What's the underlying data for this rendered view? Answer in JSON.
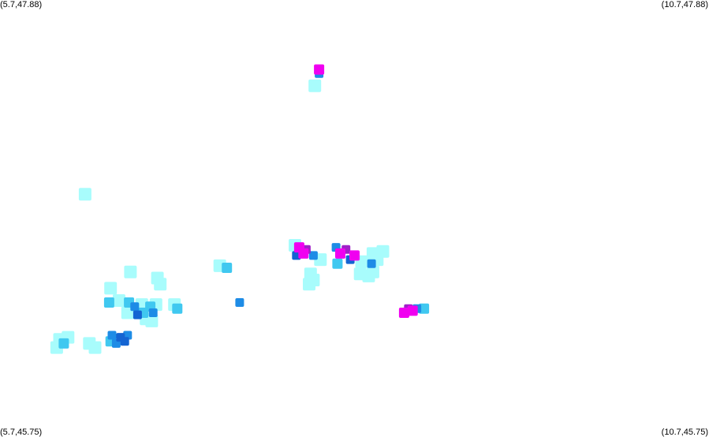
{
  "corners": {
    "top_left": "(5.7,47.88)",
    "top_right": "(10.7,47.88)",
    "bottom_left": "(5.7,45.75)",
    "bottom_right": "(10.7,45.75)"
  },
  "bounds": {
    "lon_min": 5.7,
    "lon_max": 10.7,
    "lat_min": 45.75,
    "lat_max": 47.88
  },
  "colors": {
    "background": "#ffffff",
    "level_light": "#a8fcfc",
    "level_cyan": "#40c8f0",
    "level_blue": "#1e8ce6",
    "level_dark_blue": "#1464d2",
    "level_purple": "#a020c8",
    "level_magenta": "#f000f0"
  },
  "cells": [
    {
      "lon": 7.95,
      "lat": 47.54,
      "level": "magenta"
    },
    {
      "lon": 7.95,
      "lat": 47.52,
      "level": "blue"
    },
    {
      "lon": 7.92,
      "lat": 47.46,
      "level": "light"
    },
    {
      "lon": 6.3,
      "lat": 46.93,
      "level": "light"
    },
    {
      "lon": 7.78,
      "lat": 46.68,
      "level": "light"
    },
    {
      "lon": 7.81,
      "lat": 46.67,
      "level": "magenta"
    },
    {
      "lon": 7.86,
      "lat": 46.66,
      "level": "purple"
    },
    {
      "lon": 7.84,
      "lat": 46.64,
      "level": "magenta"
    },
    {
      "lon": 7.79,
      "lat": 46.63,
      "level": "dark_blue"
    },
    {
      "lon": 7.91,
      "lat": 46.63,
      "level": "blue"
    },
    {
      "lon": 7.96,
      "lat": 46.61,
      "level": "light"
    },
    {
      "lon": 8.07,
      "lat": 46.67,
      "level": "blue"
    },
    {
      "lon": 8.14,
      "lat": 46.66,
      "level": "purple"
    },
    {
      "lon": 8.1,
      "lat": 46.64,
      "level": "magenta"
    },
    {
      "lon": 8.2,
      "lat": 46.63,
      "level": "magenta"
    },
    {
      "lon": 8.17,
      "lat": 46.61,
      "level": "dark_blue"
    },
    {
      "lon": 8.08,
      "lat": 46.59,
      "level": "cyan"
    },
    {
      "lon": 8.25,
      "lat": 46.6,
      "level": "light"
    },
    {
      "lon": 8.33,
      "lat": 46.64,
      "level": "light"
    },
    {
      "lon": 8.36,
      "lat": 46.61,
      "level": "light"
    },
    {
      "lon": 8.32,
      "lat": 46.59,
      "level": "blue"
    },
    {
      "lon": 8.4,
      "lat": 46.65,
      "level": "light"
    },
    {
      "lon": 8.33,
      "lat": 46.55,
      "level": "light"
    },
    {
      "lon": 8.24,
      "lat": 46.54,
      "level": "light"
    },
    {
      "lon": 8.3,
      "lat": 46.53,
      "level": "light"
    },
    {
      "lon": 7.89,
      "lat": 46.54,
      "level": "light"
    },
    {
      "lon": 7.91,
      "lat": 46.51,
      "level": "light"
    },
    {
      "lon": 7.88,
      "lat": 46.49,
      "level": "light"
    },
    {
      "lon": 7.3,
      "lat": 46.57,
      "level": "cyan"
    },
    {
      "lon": 7.25,
      "lat": 46.58,
      "level": "light"
    },
    {
      "lon": 6.62,
      "lat": 46.55,
      "level": "light"
    },
    {
      "lon": 6.81,
      "lat": 46.52,
      "level": "light"
    },
    {
      "lon": 6.83,
      "lat": 46.49,
      "level": "light"
    },
    {
      "lon": 6.48,
      "lat": 46.47,
      "level": "light"
    },
    {
      "lon": 7.39,
      "lat": 46.4,
      "level": "blue"
    },
    {
      "lon": 6.47,
      "lat": 46.4,
      "level": "cyan"
    },
    {
      "lon": 6.54,
      "lat": 46.41,
      "level": "light"
    },
    {
      "lon": 6.61,
      "lat": 46.4,
      "level": "cyan"
    },
    {
      "lon": 6.65,
      "lat": 46.38,
      "level": "blue"
    },
    {
      "lon": 6.7,
      "lat": 46.39,
      "level": "light"
    },
    {
      "lon": 6.76,
      "lat": 46.38,
      "level": "cyan"
    },
    {
      "lon": 6.8,
      "lat": 46.39,
      "level": "light"
    },
    {
      "lon": 6.6,
      "lat": 46.35,
      "level": "light"
    },
    {
      "lon": 6.67,
      "lat": 46.34,
      "level": "dark_blue"
    },
    {
      "lon": 6.71,
      "lat": 46.35,
      "level": "cyan"
    },
    {
      "lon": 6.78,
      "lat": 46.35,
      "level": "blue"
    },
    {
      "lon": 6.73,
      "lat": 46.32,
      "level": "light"
    },
    {
      "lon": 6.93,
      "lat": 46.39,
      "level": "light"
    },
    {
      "lon": 6.95,
      "lat": 46.37,
      "level": "cyan"
    },
    {
      "lon": 6.77,
      "lat": 46.31,
      "level": "light"
    },
    {
      "lon": 8.58,
      "lat": 46.37,
      "level": "purple"
    },
    {
      "lon": 8.61,
      "lat": 46.36,
      "level": "magenta"
    },
    {
      "lon": 8.55,
      "lat": 46.35,
      "level": "magenta"
    },
    {
      "lon": 8.64,
      "lat": 46.37,
      "level": "blue"
    },
    {
      "lon": 8.69,
      "lat": 46.37,
      "level": "cyan"
    },
    {
      "lon": 6.12,
      "lat": 46.22,
      "level": "light"
    },
    {
      "lon": 6.18,
      "lat": 46.23,
      "level": "light"
    },
    {
      "lon": 6.15,
      "lat": 46.2,
      "level": "cyan"
    },
    {
      "lon": 6.1,
      "lat": 46.18,
      "level": "light"
    },
    {
      "lon": 6.33,
      "lat": 46.2,
      "level": "light"
    },
    {
      "lon": 6.37,
      "lat": 46.18,
      "level": "light"
    },
    {
      "lon": 6.49,
      "lat": 46.24,
      "level": "blue"
    },
    {
      "lon": 6.55,
      "lat": 46.23,
      "level": "dark_blue"
    },
    {
      "lon": 6.6,
      "lat": 46.24,
      "level": "blue"
    },
    {
      "lon": 6.52,
      "lat": 46.2,
      "level": "blue"
    },
    {
      "lon": 6.58,
      "lat": 46.21,
      "level": "dark_blue"
    },
    {
      "lon": 6.48,
      "lat": 46.21,
      "level": "cyan"
    }
  ]
}
